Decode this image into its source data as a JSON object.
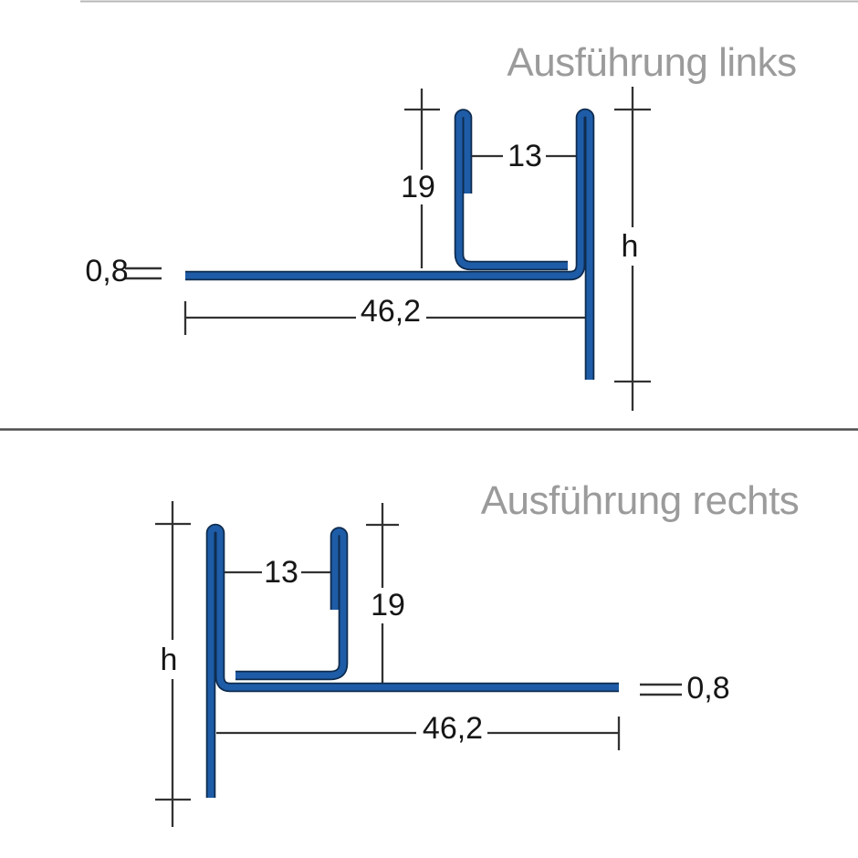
{
  "colors": {
    "profile_blue": "#1e5ca7",
    "profile_outline": "#0f2c4f",
    "dimension_line": "#323232",
    "label_text": "#161616",
    "title_gray": "#9b9b9b",
    "divider": "#4d4d4d",
    "background": "#ffffff"
  },
  "top_diagram": {
    "title": "Ausführung links",
    "labels": {
      "thickness": "0,8",
      "inner_height": "19",
      "channel_width": "13",
      "base_length": "46,2",
      "total_height": "h"
    }
  },
  "bottom_diagram": {
    "title": "Ausführung rechts",
    "labels": {
      "thickness": "0,8",
      "inner_height": "19",
      "channel_width": "13",
      "base_length": "46,2",
      "total_height": "h"
    }
  }
}
